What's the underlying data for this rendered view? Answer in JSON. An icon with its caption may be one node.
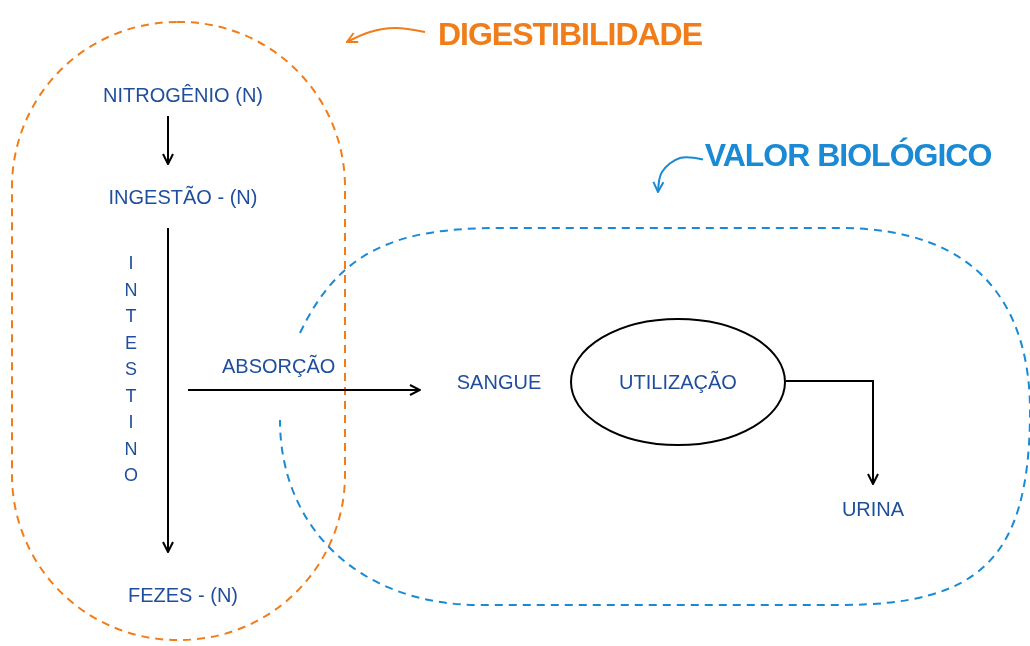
{
  "diagram": {
    "nodes": [
      {
        "text": [
          "DIGESTIBILIDADE"
        ]
      },
      {
        "text": [],
        "shape": "ellipse"
      },
      {
        "text": [
          "NITROGÊNIO (N)"
        ],
        "in": 1
      },
      {
        "text": [
          "INGESTÃO - (N)"
        ],
        "in": 1
      },
      {
        "text": [
          "FEZES - (N)"
        ],
        "in": 1
      },
      {
        "text": [
          "VALOR BIOLÓGICO"
        ]
      },
      {
        "text": [],
        "shape": "ellipse"
      },
      {
        "text": [
          "SANGUE"
        ],
        "in": 6
      },
      {
        "text": [
          "UTILIZAÇÃO"
        ],
        "in": 6
      },
      {
        "text": [
          "URINA"
        ],
        "in": 6
      }
    ],
    "edges": [
      {
        "from": 0,
        "to": 1,
        "arrow": "to",
        "color": "#f07d1a"
      },
      {
        "from": 2,
        "to": 3,
        "arrow": "to"
      },
      {
        "from": 3,
        "to": 4,
        "arrow": "to",
        "label": "INTESTINO"
      },
      {
        "from": null,
        "to": 7,
        "arrow": "to",
        "label": "ABSORÇÃO"
      },
      {
        "from": 8,
        "to": 9,
        "arrow": "to"
      },
      {
        "from": 5,
        "to": 6,
        "arrow": "to",
        "color": "#1a8ad4"
      }
    ]
  }
}
